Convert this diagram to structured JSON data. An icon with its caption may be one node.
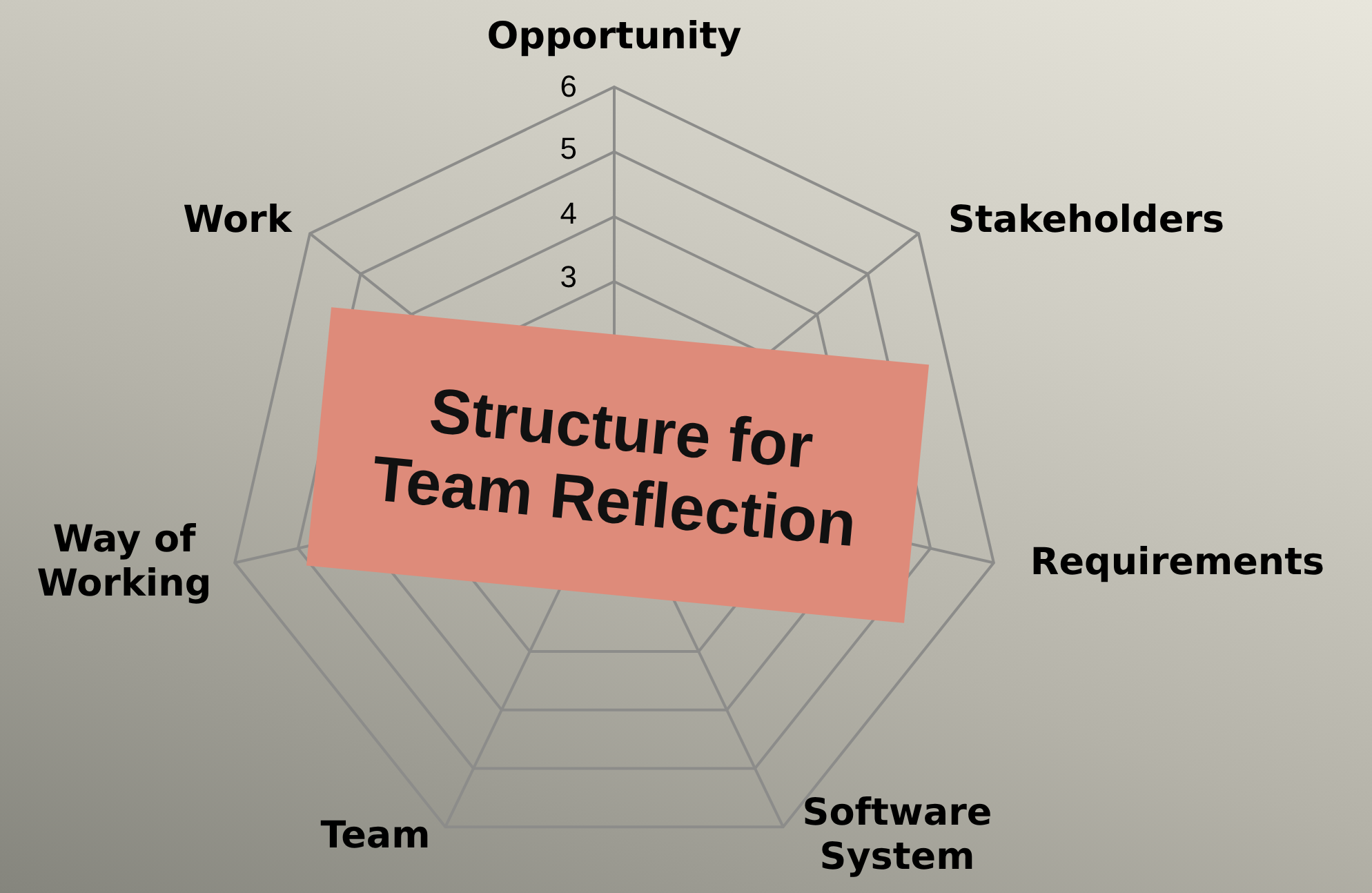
{
  "diagram": {
    "nodes": [
      {
        "text": [
          "Structure for Team Reflection"
        ]
      }
    ],
    "labels": [
      "Opportunity",
      "6",
      "5",
      "4",
      "3",
      "Work",
      "Stakeholders",
      "Way of Working",
      "Requirements",
      "Team",
      "Software System"
    ]
  }
}
